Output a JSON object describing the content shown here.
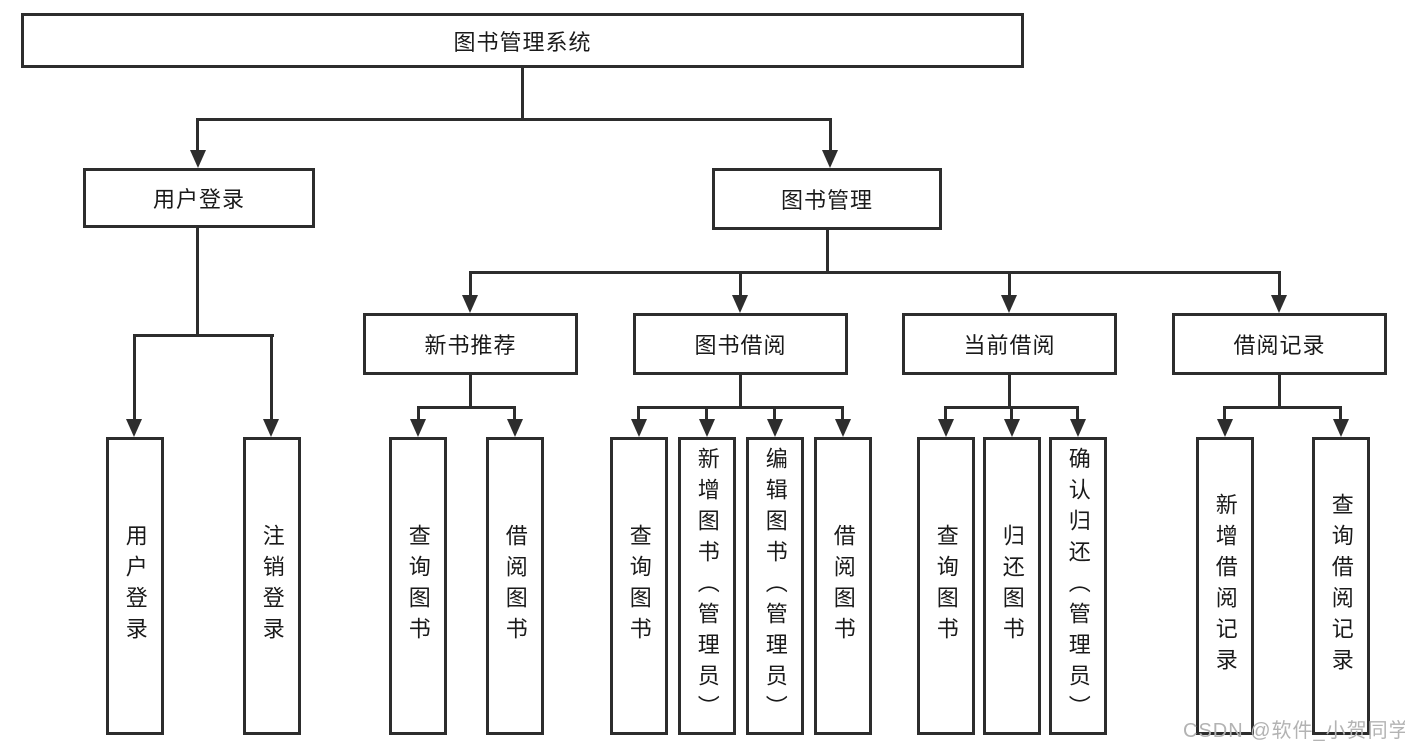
{
  "tree": {
    "root": {
      "label": "图书管理系统"
    },
    "user_login": {
      "label": "用户登录",
      "children": [
        {
          "label": "用户登录"
        },
        {
          "label": "注销登录"
        }
      ]
    },
    "book_management": {
      "label": "图书管理",
      "sections": [
        {
          "label": "新书推荐",
          "children": [
            {
              "label": "查询图书"
            },
            {
              "label": "借阅图书"
            }
          ]
        },
        {
          "label": "图书借阅",
          "children": [
            {
              "label": "查询图书"
            },
            {
              "label": "新增图书（管理员）"
            },
            {
              "label": "编辑图书（管理员）"
            },
            {
              "label": "借阅图书"
            }
          ]
        },
        {
          "label": "当前借阅",
          "children": [
            {
              "label": "查询图书"
            },
            {
              "label": "归还图书"
            },
            {
              "label": "确认归还（管理员）"
            }
          ]
        },
        {
          "label": "借阅记录",
          "children": [
            {
              "label": "新增借阅记录"
            },
            {
              "label": "查询借阅记录"
            }
          ]
        }
      ]
    }
  },
  "watermark": {
    "text": "CSDN @软件_小贺同学"
  },
  "colors": {
    "line": "#2d2d2d",
    "text": "#1a1a1a",
    "box_background": "#ffffff",
    "watermark": "#b3b3b3",
    "page_background": "#ffffff"
  }
}
